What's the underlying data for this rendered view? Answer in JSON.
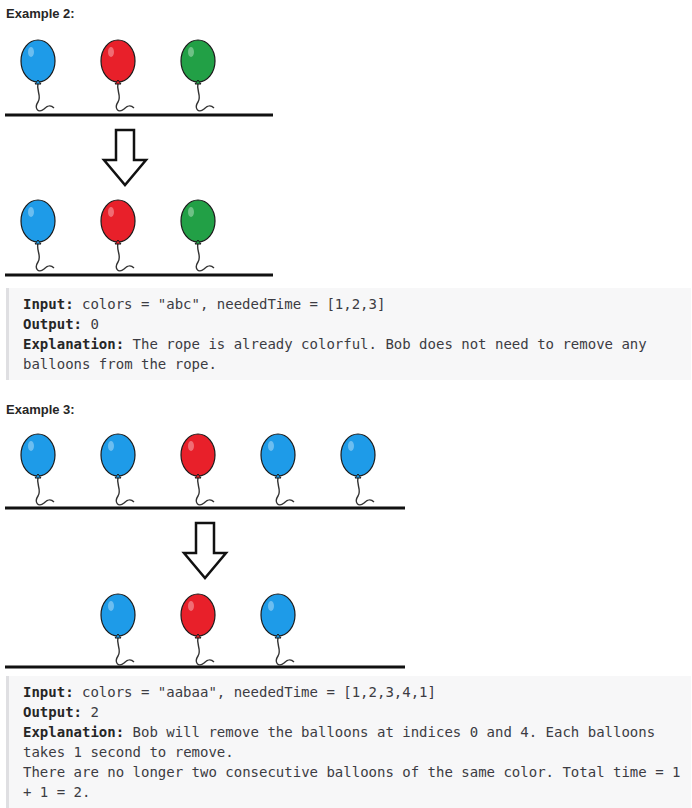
{
  "diagram": {
    "nodes": [
      {
        "text": [
          "Input:",
          "colors = \"abc\", neededTime = [1,2,3]",
          "Output:",
          "0",
          "Explanation:",
          "The rope is already colorful. Bob does not need to remove any balloons from the rope."
        ]
      },
      {
        "text": [
          "Input:",
          "colors = \"aabaa\", neededTime = [1,2,3,4,1]",
          "Output:",
          "2",
          "Explanation:",
          "Bob will remove the balloons at indices 0 and 4. Each balloons takes 1 second to remove.",
          "There are no longer two consecutive balloons of the same color. Total time = 1 + 1 = 2."
        ]
      }
    ],
    "labels": [
      "Example 2:",
      "Example 3:"
    ]
  }
}
